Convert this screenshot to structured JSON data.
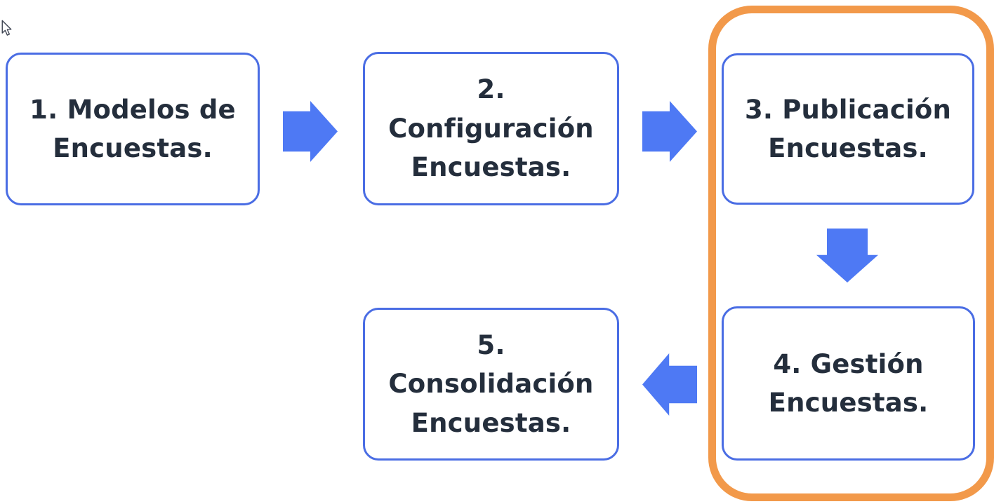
{
  "canvas": {
    "background": "#ffffff"
  },
  "colors": {
    "box_border": "#4a6de4",
    "arrow_fill": "#4e79f4",
    "highlight_border": "#f2994a",
    "text": "#242e3c"
  },
  "cursor": {
    "icon": "arrow-pointer"
  },
  "flowchart": {
    "steps": [
      {
        "text": "1. Modelos de Encuestas.",
        "lines": [
          "1. Modelos de",
          "Encuestas."
        ],
        "highlighted": false
      },
      {
        "text": "2. Configuración Encuestas.",
        "lines": [
          "2.",
          "Configuración",
          "Encuestas."
        ],
        "highlighted": false
      },
      {
        "text": "3. Publicación Encuestas.",
        "lines": [
          "3. Publicación",
          "Encuestas."
        ],
        "highlighted": true
      },
      {
        "text": "4. Gestión Encuestas.",
        "lines": [
          "4. Gestión",
          "Encuestas."
        ],
        "highlighted": true
      },
      {
        "text": "5. Consolidación Encuestas.",
        "lines": [
          "5.",
          "Consolidación",
          "Encuestas."
        ],
        "highlighted": false
      }
    ],
    "arrows": [
      {
        "from": "step-1",
        "to": "step-2",
        "direction": "right"
      },
      {
        "from": "step-2",
        "to": "step-3",
        "direction": "right"
      },
      {
        "from": "step-3",
        "to": "step-4",
        "direction": "down"
      },
      {
        "from": "step-4",
        "to": "step-5",
        "direction": "left"
      }
    ]
  }
}
